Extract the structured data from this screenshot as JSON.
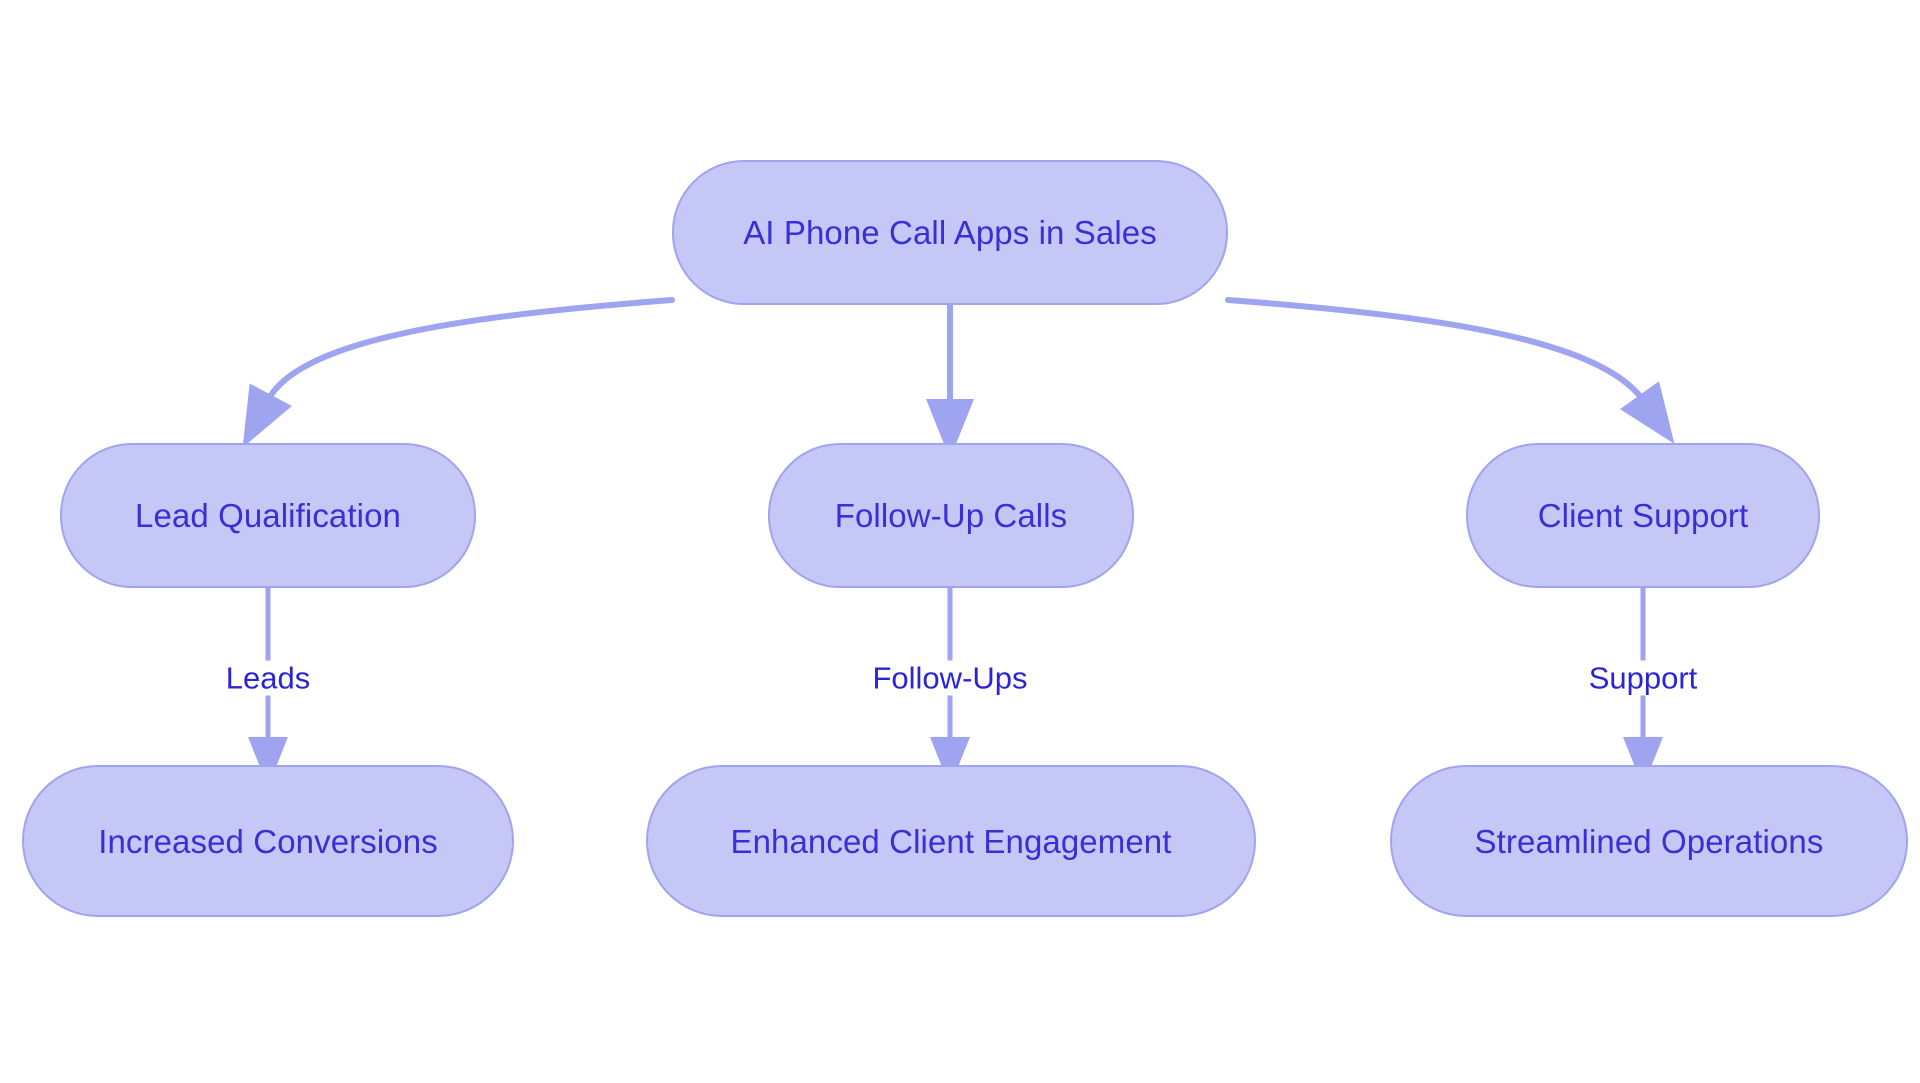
{
  "diagram": {
    "title": "AI Phone Call Apps in Sales",
    "type": "flowchart",
    "direction": "top-down",
    "colors": {
      "node_fill": "#c5c8f7",
      "node_stroke": "#9fa4ee",
      "node_text": "#3730d8",
      "edge_line": "#9fa4f0",
      "edge_label_text": "#2a24d6",
      "background": "#ffffff"
    },
    "nodes": [
      {
        "id": "root",
        "label": "AI Phone Call Apps in Sales"
      },
      {
        "id": "lead",
        "label": "Lead Qualification"
      },
      {
        "id": "followup",
        "label": "Follow-Up Calls"
      },
      {
        "id": "support",
        "label": "Client Support"
      },
      {
        "id": "conversions",
        "label": "Increased Conversions"
      },
      {
        "id": "engagement",
        "label": "Enhanced Client Engagement"
      },
      {
        "id": "operations",
        "label": "Streamlined Operations"
      }
    ],
    "edges": [
      {
        "from": "root",
        "to": "lead",
        "label": ""
      },
      {
        "from": "root",
        "to": "followup",
        "label": ""
      },
      {
        "from": "root",
        "to": "support",
        "label": ""
      },
      {
        "from": "lead",
        "to": "conversions",
        "label": "Leads"
      },
      {
        "from": "followup",
        "to": "engagement",
        "label": "Follow-Ups"
      },
      {
        "from": "support",
        "to": "operations",
        "label": "Support"
      }
    ]
  }
}
